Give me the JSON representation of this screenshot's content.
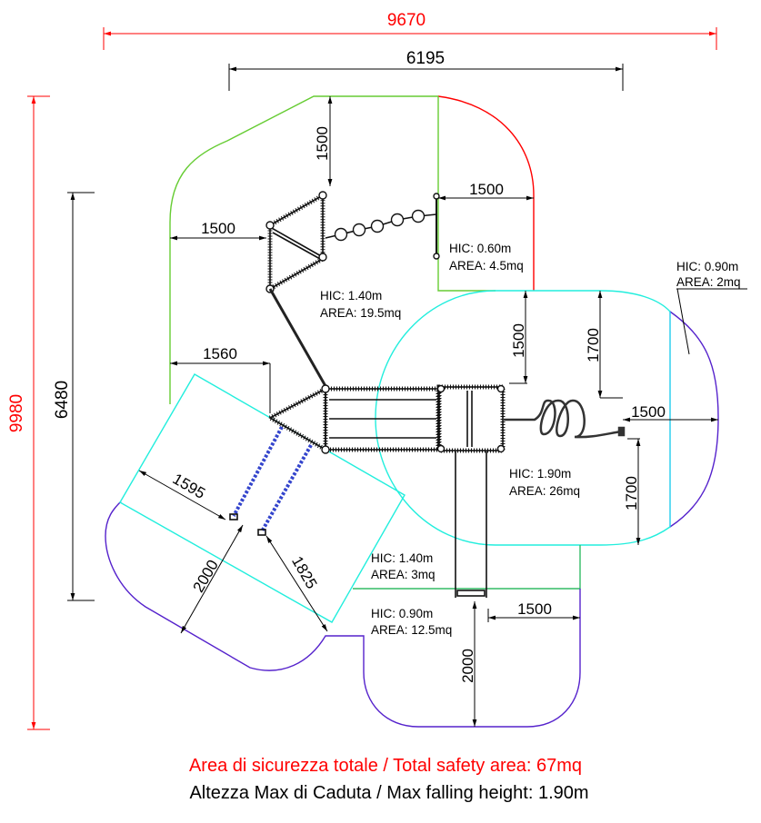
{
  "colors": {
    "red": "#ff0000",
    "green": "#66cc33",
    "green_dark": "#33bb66",
    "cyan": "#22eedd",
    "light_blue": "#22ccee",
    "purple": "#5522cc",
    "slide_blue": "#3344cc"
  },
  "dimensions": {
    "overall_width": "9670",
    "overall_depth": "9980",
    "frame_width": "6195",
    "frame_depth": "6480",
    "top_clearance": "1500",
    "chain_clearance": "1500",
    "left_clearance": "1500",
    "left_ladder_clearance": "1560",
    "tower_top_clearance": "1500",
    "spiral_top_clearance": "1700",
    "spiral_end_clearance": "1500",
    "spiral_bottom_clearance": "1700",
    "slide_side_clearance": "1500",
    "slide_end_clearance": "2000",
    "ladder_side_clearance": "1595",
    "ladder_end_clearance": "2000",
    "ladder_diagonal_clearance": "1825"
  },
  "zones": [
    {
      "hic": "HIC: 0.60m",
      "area": "AREA: 4.5mq"
    },
    {
      "hic": "HIC: 1.40m",
      "area": "AREA: 19.5mq"
    },
    {
      "hic": "HIC: 0.90m",
      "area": "AREA: 2mq"
    },
    {
      "hic": "HIC: 1.90m",
      "area": "AREA: 26mq"
    },
    {
      "hic": "HIC: 1.40m",
      "area": "AREA: 3mq"
    },
    {
      "hic": "HIC: 0.90m",
      "area": "AREA: 12.5mq"
    }
  ],
  "footer": {
    "total_area": "Area di sicurezza totale / Total safety area: 67mq",
    "max_height": "Altezza Max di Caduta / Max falling height: 1.90m"
  }
}
